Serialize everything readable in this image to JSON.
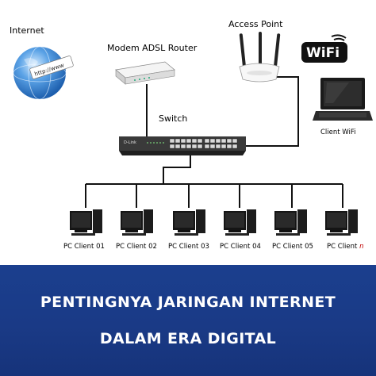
{
  "labels": {
    "internet": "Internet",
    "modem": "Modem ADSL Router",
    "access_point": "Access Point",
    "wifi_logo": "WiFi",
    "client_wifi": "Client WiFi",
    "switch": "Switch",
    "globe_text": "http://www",
    "switch_brand": "D-Link"
  },
  "clients": [
    {
      "base": "PC Client 01",
      "suffix": ""
    },
    {
      "base": "PC Client 02",
      "suffix": ""
    },
    {
      "base": "PC Client 03",
      "suffix": ""
    },
    {
      "base": "PC Client 04",
      "suffix": ""
    },
    {
      "base": "PC Client 05",
      "suffix": ""
    },
    {
      "base": "PC Client ",
      "suffix": "n"
    }
  ],
  "banner": {
    "line1": "PENTINGNYA JARINGAN INTERNET",
    "line2": "DALAM ERA DIGITAL"
  },
  "colors": {
    "banner": "#1a3a86",
    "cable": "#111111",
    "globe": "#3f87d6",
    "client_suffix": "#c00000"
  }
}
